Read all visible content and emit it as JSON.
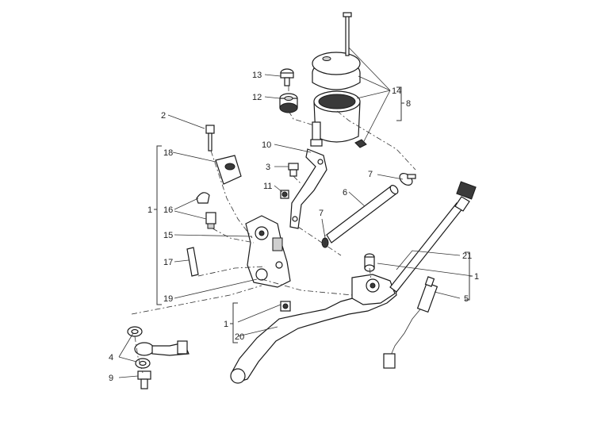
{
  "diagram": {
    "callouts": [
      {
        "id": "c1a",
        "text": "1"
      },
      {
        "id": "c1b",
        "text": "1"
      },
      {
        "id": "c1c",
        "text": "1"
      },
      {
        "id": "c2",
        "text": "2"
      },
      {
        "id": "c3",
        "text": "3"
      },
      {
        "id": "c4",
        "text": "4"
      },
      {
        "id": "c5",
        "text": "5"
      },
      {
        "id": "c6",
        "text": "6"
      },
      {
        "id": "c7a",
        "text": "7"
      },
      {
        "id": "c7b",
        "text": "7"
      },
      {
        "id": "c8",
        "text": "8"
      },
      {
        "id": "c9",
        "text": "9"
      },
      {
        "id": "c10",
        "text": "10"
      },
      {
        "id": "c11",
        "text": "11"
      },
      {
        "id": "c12",
        "text": "12"
      },
      {
        "id": "c13",
        "text": "13"
      },
      {
        "id": "c14",
        "text": "14"
      },
      {
        "id": "c15",
        "text": "15"
      },
      {
        "id": "c16",
        "text": "16"
      },
      {
        "id": "c17",
        "text": "17"
      },
      {
        "id": "c18",
        "text": "18"
      },
      {
        "id": "c19",
        "text": "19"
      },
      {
        "id": "c20",
        "text": "20"
      },
      {
        "id": "c21",
        "text": "21"
      }
    ]
  }
}
